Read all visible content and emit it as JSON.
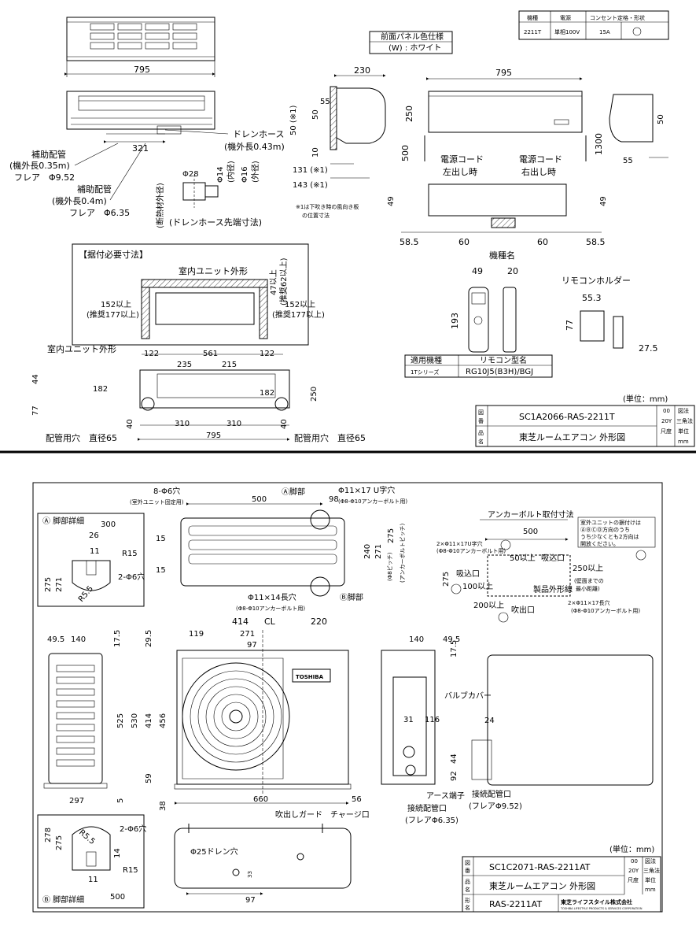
{
  "indoor": {
    "spec_table": {
      "headers": [
        "機種",
        "電源",
        "コンセント定格・形状"
      ],
      "row": [
        "2211T",
        "単相100V",
        "15A"
      ]
    },
    "panel_color_title": "前面パネル色仕様",
    "panel_color_value": "(W) : ホワイト",
    "dims": {
      "front_width": "795",
      "side_depth": "230",
      "right_width": "795",
      "d55": "55",
      "d50_a": "50",
      "d50_note": "50 (※1)",
      "d10": "10",
      "d131": "131 (※1)",
      "d143": "143 (※1)",
      "d250": "250",
      "d500": "500",
      "d1300": "1300",
      "d50_b": "50",
      "d55_b": "55",
      "d321": "321",
      "d49_l": "49",
      "d49_r": "49",
      "d585_l": "58.5",
      "d60_l": "60",
      "d60_r": "60",
      "d585_r": "58.5",
      "phi14": "Φ14",
      "phi14_note": "(内径)",
      "phi16": "Φ16",
      "phi16_note": "(外径)",
      "phi28": "Φ28",
      "heat_ins": "(断熱材外径)"
    },
    "drain_hose": "ドレンホース",
    "drain_hose_len": "(機外長0.43m)",
    "aux_pipe1": "補助配管",
    "aux_pipe1_len": "(機外長0.35m)",
    "flare1": "フレア　Φ9.52",
    "aux_pipe2": "補助配管",
    "aux_pipe2_len": "(機外長0.4m)",
    "flare2": "フレア　Φ6.35",
    "drain_tip": "(ドレンホース先端寸法)",
    "note1_a": "※1は下吹き時の風向き板",
    "note1_b": "の位置寸法",
    "cord_left_a": "電源コード",
    "cord_left_b": "左出し時",
    "cord_right_a": "電源コード",
    "cord_right_b": "右出し時",
    "model_name": "機種名",
    "install": {
      "title": "【据付必要寸法】",
      "unit_outline": "室内ユニット外形",
      "top_a": "47以上",
      "top_b": "(推奨62以上)",
      "left_a": "152以上",
      "left_b": "(推奨177以上)",
      "right_a": "152以上",
      "right_b": "(推奨177以上)"
    },
    "back": {
      "title": "室内ユニット外形",
      "d122_l": "122",
      "d561": "561",
      "d122_r": "122",
      "d235": "235",
      "d215": "215",
      "d44": "44",
      "d182_a": "182",
      "d182_b": "182",
      "d250": "250",
      "d77": "77",
      "d40_l": "40",
      "d40_r": "40",
      "d310_l": "310",
      "d310_r": "310",
      "d795": "795",
      "hole_l": "配管用穴　直径65",
      "hole_r": "配管用穴　直径65"
    },
    "remote": {
      "w": "49",
      "d": "20",
      "h": "193",
      "holder_title": "リモコンホルダー",
      "holder_w": "55.3",
      "holder_h": "77",
      "holder_d": "27.5",
      "table_h1": "適用機種",
      "table_h2": "リモコン型名",
      "table_c1": "1Tシリーズ",
      "table_c2": "RG10J5(B3H)/BGJ"
    },
    "unit_note": "(単位：mm)",
    "title_block": {
      "r1a": "図",
      "r1b": "番",
      "code": "SC1A2066-RAS-2211T",
      "r2a": "品",
      "r2b": "名",
      "name": "東芝ルームエアコン 外形図",
      "c1": "00",
      "c2": "図法",
      "c3": "20Y",
      "c4": "三角法",
      "c5": "尺度",
      "c6": "単位",
      "c7": "mm"
    }
  },
  "outdoor": {
    "leg_detail_title": "Ⓐ 脚部詳細",
    "leg_detail_title2": "Ⓑ 脚部詳細",
    "leg_a": {
      "d300": "300",
      "d26": "26",
      "d11": "11",
      "r15": "R15",
      "hole": "2-Φ6穴",
      "d275": "275",
      "d271": "271",
      "r55": "R5.5"
    },
    "plan": {
      "holes8": "8-Φ6穴",
      "holes8_note": "(室外ユニット固定用)",
      "d500": "500",
      "leg_a": "Ⓐ脚部",
      "slot": "Φ11×17 U字穴",
      "slot_note": "(Φ8-Φ10アンカーボルト用)",
      "d98": "98",
      "d15a": "15",
      "d15b": "15",
      "d240": "240",
      "d271": "271",
      "pitch_a": "(Φ8ピッチ)",
      "d275": "275",
      "pitch_b": "(アンカーボルトピッチ)",
      "long_hole": "Φ11×14長穴",
      "long_hole_note": "(Φ8-Φ10アンカーボルト用)",
      "leg_b": "Ⓑ脚部"
    },
    "anchor": {
      "title": "アンカーボルト取付寸法",
      "d500": "500",
      "slot": "2×Φ11×17U字穴",
      "slot_note": "(Φ8-Φ10アンカーボルト用)",
      "d275": "275",
      "d50": "50以上",
      "exhaust": "吸込口",
      "intake": "吸込口",
      "d100": "100以上",
      "d250": "250以上",
      "wall_a": "(壁面までの",
      "wall_b": "最小距離)",
      "outline": "製品外形線",
      "d200": "200以上",
      "blow": "吹出口",
      "slot2": "2×Φ11×17長穴",
      "slot2_note": "(Φ8-Φ10アンカーボルト用)",
      "note_a": "室外ユニットの据付けは",
      "note_b": "ⒶⒷⒸⒹ方向のうち",
      "note_c": "うち少なくとも2方向は",
      "note_d": "開放ください。"
    },
    "front": {
      "d495": "49.5",
      "d140": "140",
      "d175": "17.5",
      "d525": "525",
      "d530": "530",
      "d297": "297",
      "d5": "5",
      "d414": "414",
      "cl": "CL",
      "d220": "220",
      "d119": "119",
      "d271": "271",
      "d97": "97",
      "d295": "29.5",
      "d414v": "414",
      "d456": "456",
      "d59": "59",
      "d38": "38",
      "d660": "660",
      "d56": "56",
      "brand": "TOSHIBA",
      "guard": "吹出しガード",
      "charge": "チャージ口"
    },
    "side": {
      "d140": "140",
      "d495": "49.5",
      "d175": "17.5",
      "d31": "31",
      "d116": "116",
      "valve": "バルブカバー",
      "d44": "44",
      "d92": "92",
      "earth": "アース端子",
      "gas": "接続配管口",
      "gas_flare": "(フレアΦ6.35)",
      "liquid": "接続配管口",
      "liquid_flare": "(フレアΦ9.52)",
      "d24": "24"
    },
    "bottom": {
      "drain": "Φ25ドレン穴",
      "d33": "33",
      "d97": "97"
    },
    "leg_b": {
      "d278": "278",
      "d275": "275",
      "r55": "R5.5",
      "hole": "2-Φ6穴",
      "d14": "14",
      "d11": "11",
      "r15": "R15",
      "d500": "500"
    },
    "unit_note": "(単位：mm)",
    "title_block": {
      "r1a": "図",
      "r1b": "番",
      "code": "SC1C2071-RAS-2211AT",
      "r2a": "品",
      "r2b": "名",
      "name": "東芝ルームエアコン 外形図",
      "r3a": "形",
      "r3b": "名",
      "model": "RAS-2211AT",
      "company": "東芝ライフスタイル株式会社",
      "company_en": "TOSHIBA LIFESTYLE PRODUCTS & SERVICES CORPORATION",
      "c1": "00",
      "c2": "図法",
      "c3": "20Y",
      "c4": "三角法",
      "c5": "尺度",
      "c6": "単位",
      "c7": "mm"
    }
  }
}
